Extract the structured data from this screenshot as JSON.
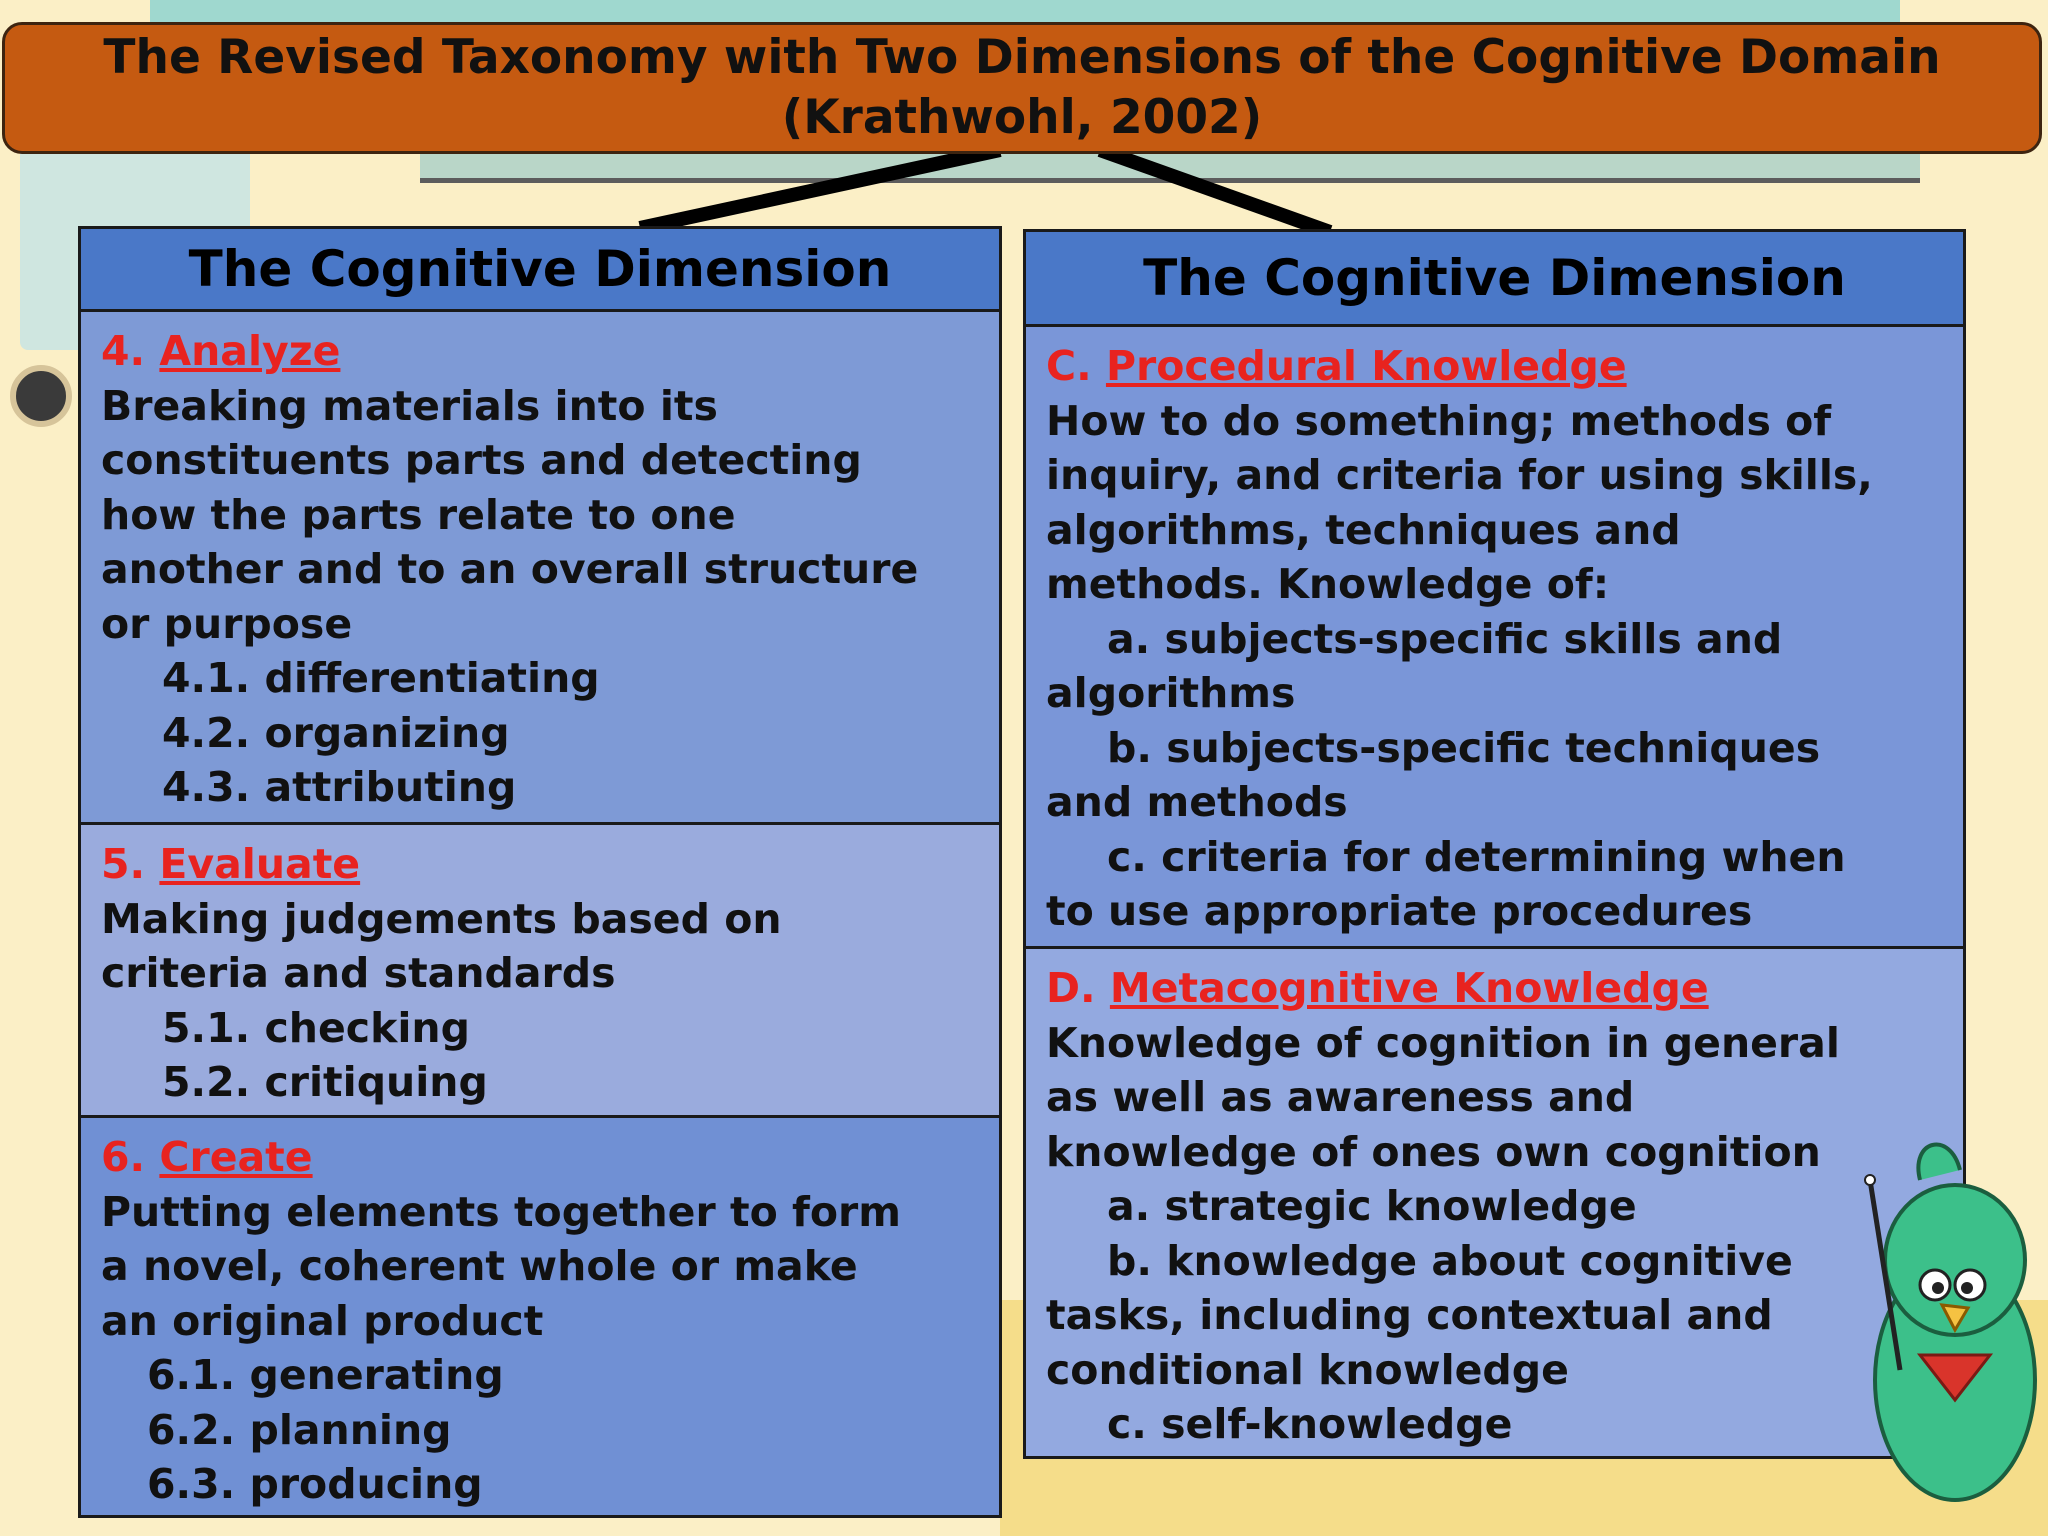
{
  "title": {
    "line1": "The Revised Taxonomy with Two Dimensions of the Cognitive Domain",
    "line2": "(Krathwohl, 2002)"
  },
  "left": {
    "header": "The Cognitive Dimension",
    "sections": [
      {
        "num": "4.",
        "name": "Analyze",
        "desc": [
          "Breaking materials into its",
          "constituents parts and detecting",
          "how the parts relate to one",
          "another and to an overall structure",
          "or purpose"
        ],
        "items": [
          "4.1. differentiating",
          "4.2. organizing",
          "4.3. attributing"
        ]
      },
      {
        "num": "5.",
        "name": "Evaluate",
        "desc": [
          "Making judgements based on",
          "criteria and standards"
        ],
        "items": [
          "5.1. checking",
          "5.2. critiquing"
        ]
      },
      {
        "num": "6.",
        "name": "Create",
        "desc": [
          "Putting elements together to form",
          "a novel, coherent whole or make",
          "an original product"
        ],
        "items": [
          "6.1. generating",
          "6.2. planning",
          "6.3. producing"
        ]
      }
    ]
  },
  "right": {
    "header": "The Cognitive Dimension",
    "sections": [
      {
        "num": "C.",
        "name": "Procedural Knowledge",
        "lines": [
          {
            "text": "How to do something; methods of",
            "indent": false
          },
          {
            "text": "inquiry, and criteria for using skills,",
            "indent": false
          },
          {
            "text": "algorithms, techniques and",
            "indent": false
          },
          {
            "text": "methods. Knowledge of:",
            "indent": false
          },
          {
            "text": "a. subjects-specific skills and",
            "indent": true
          },
          {
            "text": "algorithms",
            "indent": false
          },
          {
            "text": "b. subjects-specific techniques",
            "indent": true
          },
          {
            "text": "and methods",
            "indent": false
          },
          {
            "text": "c. criteria for determining when",
            "indent": true
          },
          {
            "text": "to use appropriate procedures",
            "indent": false
          }
        ]
      },
      {
        "num": "D.",
        "name": "Metacognitive Knowledge",
        "lines": [
          {
            "text": "Knowledge of cognition in general",
            "indent": false
          },
          {
            "text": "as well as awareness and",
            "indent": false
          },
          {
            "text": "knowledge of ones own cognition",
            "indent": false
          },
          {
            "text": "a. strategic knowledge",
            "indent": true
          },
          {
            "text": "b. knowledge about cognitive",
            "indent": true
          },
          {
            "text": "tasks, including contextual and",
            "indent": false
          },
          {
            "text": "conditional knowledge",
            "indent": false
          },
          {
            "text": "c. self-knowledge",
            "indent": true
          }
        ]
      }
    ]
  },
  "colors": {
    "title_bg": "#c55a11",
    "header_bg": "#4a78c8",
    "heading_red": "#e8231f"
  }
}
